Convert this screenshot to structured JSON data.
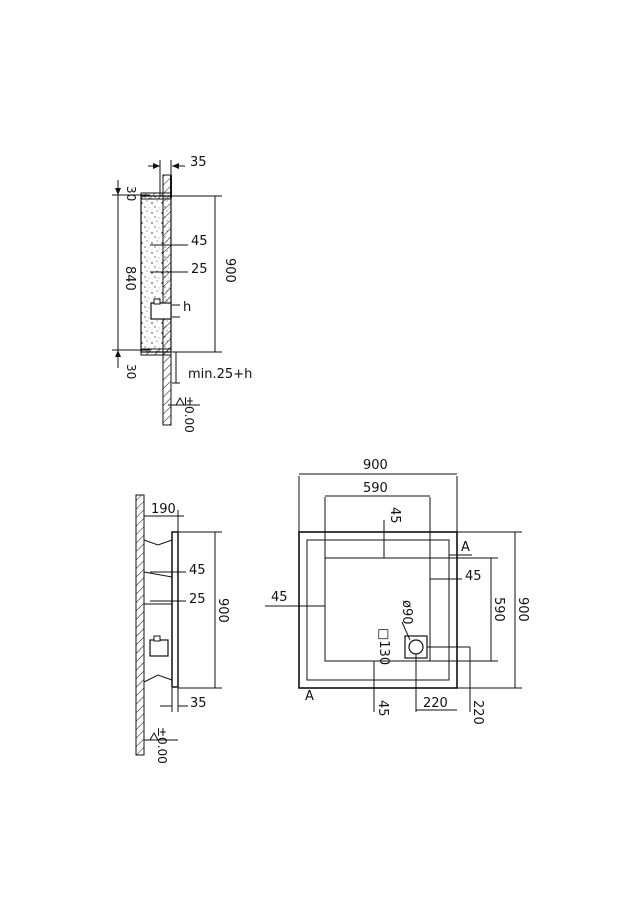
{
  "side_section": {
    "top_ext": "35",
    "top_offset": "30",
    "bottom_offset": "30",
    "inner_height": "840",
    "total_height": "900",
    "inner_45": "45",
    "inner_25": "25",
    "h_label": "h",
    "min_label": "min.25+h",
    "floor_level": "±0.00"
  },
  "side_elevation": {
    "top_width": "190",
    "dim_45": "45",
    "dim_25": "25",
    "total_height": "900",
    "bottom_35": "35",
    "floor_level": "±0.00"
  },
  "plan_view": {
    "width_total": "900",
    "width_inner": "590",
    "top_45": "45",
    "left_45": "45",
    "right_45": "45",
    "height_inner": "590",
    "height_total": "900",
    "drain_dia": "ø90",
    "drain_box": "□130",
    "bottom_45": "45",
    "bottom_220": "220",
    "right_220": "220",
    "section_mark": "A"
  }
}
